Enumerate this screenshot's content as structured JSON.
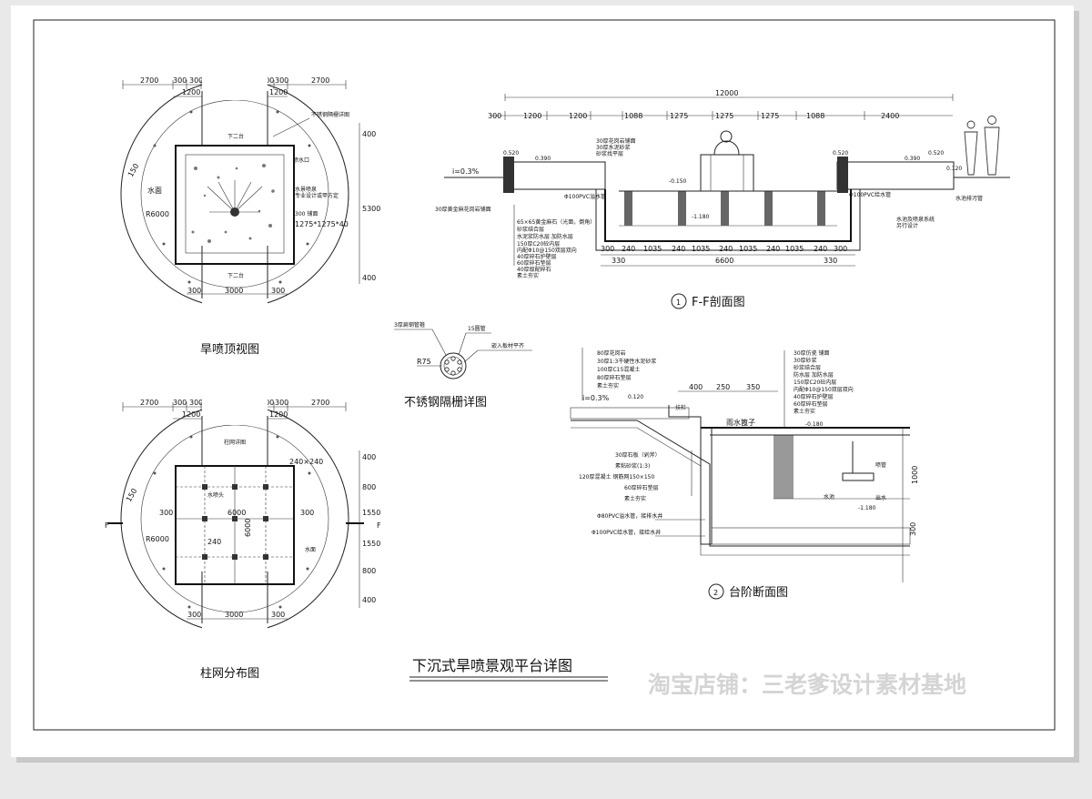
{
  "sheet_title": "下沉式旱喷景观平台详图",
  "watermark": "淘宝店铺：三老爹设计素材基地",
  "top_view": {
    "caption": "旱喷顶视图",
    "dims_top": [
      "2700",
      "300",
      "300",
      "3000",
      "300",
      "300",
      "2700"
    ],
    "dims_top_inner": [
      "1200",
      "1200"
    ],
    "dims_right": [
      "400",
      "5300",
      "400"
    ],
    "dims_bottom": [
      "300",
      "3000",
      "300"
    ],
    "radius": "R6000",
    "labels": {
      "water": "水面",
      "top_label": "下二台",
      "bottom_label": "下二台",
      "steel": "不锈钢隔栅详图",
      "spout": "喷水口",
      "pool": "水景喷泉",
      "machine": "专业设计或甲方定",
      "small": "甲方定",
      "cover": "300 铺面",
      "tile_dims": "1275*1275*40",
      "sec": "150"
    }
  },
  "grid_view": {
    "caption": "柱网分布图",
    "dims_top": [
      "2700",
      "300",
      "300",
      "3000",
      "300",
      "300",
      "2700"
    ],
    "dims_top_inner": [
      "1200",
      "1200"
    ],
    "dims_right": [
      "400",
      "800",
      "1550",
      "1550",
      "800",
      "400"
    ],
    "dims_bottom": [
      "300",
      "3000",
      "300"
    ],
    "radius": "R6000",
    "labels": {
      "grid_ref": "柱网详图",
      "column": "240×240",
      "water_inlet": "水喷头",
      "dim6000a": "6000",
      "dim6000b": "6000",
      "d300a": "300",
      "d300b": "300",
      "d240": "240",
      "water": "水面",
      "section_f": "F",
      "sec": "150"
    }
  },
  "grate_detail": {
    "caption": "不锈钢隔栅详图",
    "radius": "R75",
    "labels": {
      "l1": "3厚扁钢管箍",
      "l2": "15圆管",
      "l3": "嵌入板材平齐"
    }
  },
  "section_ff": {
    "caption": "F-F剖面图",
    "number": "1",
    "dims_top": [
      "300",
      "1200",
      "1200",
      "1088",
      "1275",
      "1275",
      "1275",
      "1088",
      "2400"
    ],
    "dim_total": "12000",
    "dims_bottom": [
      "300",
      "240",
      "1035",
      "240",
      "1035",
      "240",
      "1035",
      "240",
      "1035",
      "240",
      "300"
    ],
    "dims_bottom2": [
      "330",
      "6600",
      "330"
    ],
    "levels": [
      "0.520",
      "0.390",
      "-0.150",
      "-1.180",
      "0.520",
      "0.390",
      "0.520",
      "0.120"
    ],
    "slope": "i=0.3%",
    "notes_left": [
      "30厚花岗岩铺面",
      "30厚水泥砂浆",
      "砂浆找平层"
    ],
    "notes_mid": [
      "30厚黄金麻花岗岩铺面",
      "65×65黄金麻石（光面，倒角）",
      "砂浆结合层",
      "水泥浆防水层 加防水层",
      "150厚C20砼内层",
      "内配Φ10@150双层双向",
      "40厚碎石护壁层",
      "60厚碎石垫层",
      "40厚级配碎石",
      "素土夯实"
    ],
    "tags": [
      "Φ100PVC溢水管",
      "Φ100PVC给水管",
      "水池排污管",
      "水池及喷泉系统",
      "另行设计"
    ]
  },
  "section_step": {
    "caption": "台阶断面图",
    "number": "2",
    "dims_top": [
      "400",
      "250",
      "350"
    ],
    "dims_right": [
      "1000",
      "300"
    ],
    "levels": [
      "0.120",
      "-0.180",
      "-1.180"
    ],
    "slope": "i=0.3%",
    "notes_top_left": [
      "80厚花岗岩",
      "30厚1:3干硬性水泥砂浆",
      "100厚C15混凝土",
      "80厚碎石垫层",
      "素土夯实"
    ],
    "notes_top_right": [
      "30厚仿瓷 铺面",
      "30厚砂浆",
      "砂浆结合层",
      "防水层 加防水层",
      "150厚C20砼内层",
      "内配Φ10@150双层双向",
      "40厚碎石护壁层",
      "60厚碎石垫层",
      "素土夯实"
    ],
    "notes_mid": [
      "30厚石板（剁斧）",
      "素粘砂浆(1:3)",
      "120厚混凝土 钢筋网150×150",
      "60厚碎石垫层",
      "素土夯实"
    ],
    "tags": [
      "Φ80PVC溢水管，接排水井",
      "Φ100PVC给水管，接给水井"
    ],
    "labels": {
      "rail": "扶栏",
      "pump": "雨水篦子",
      "water": "水池",
      "pipe": "喷管",
      "outlet": "出水"
    }
  }
}
